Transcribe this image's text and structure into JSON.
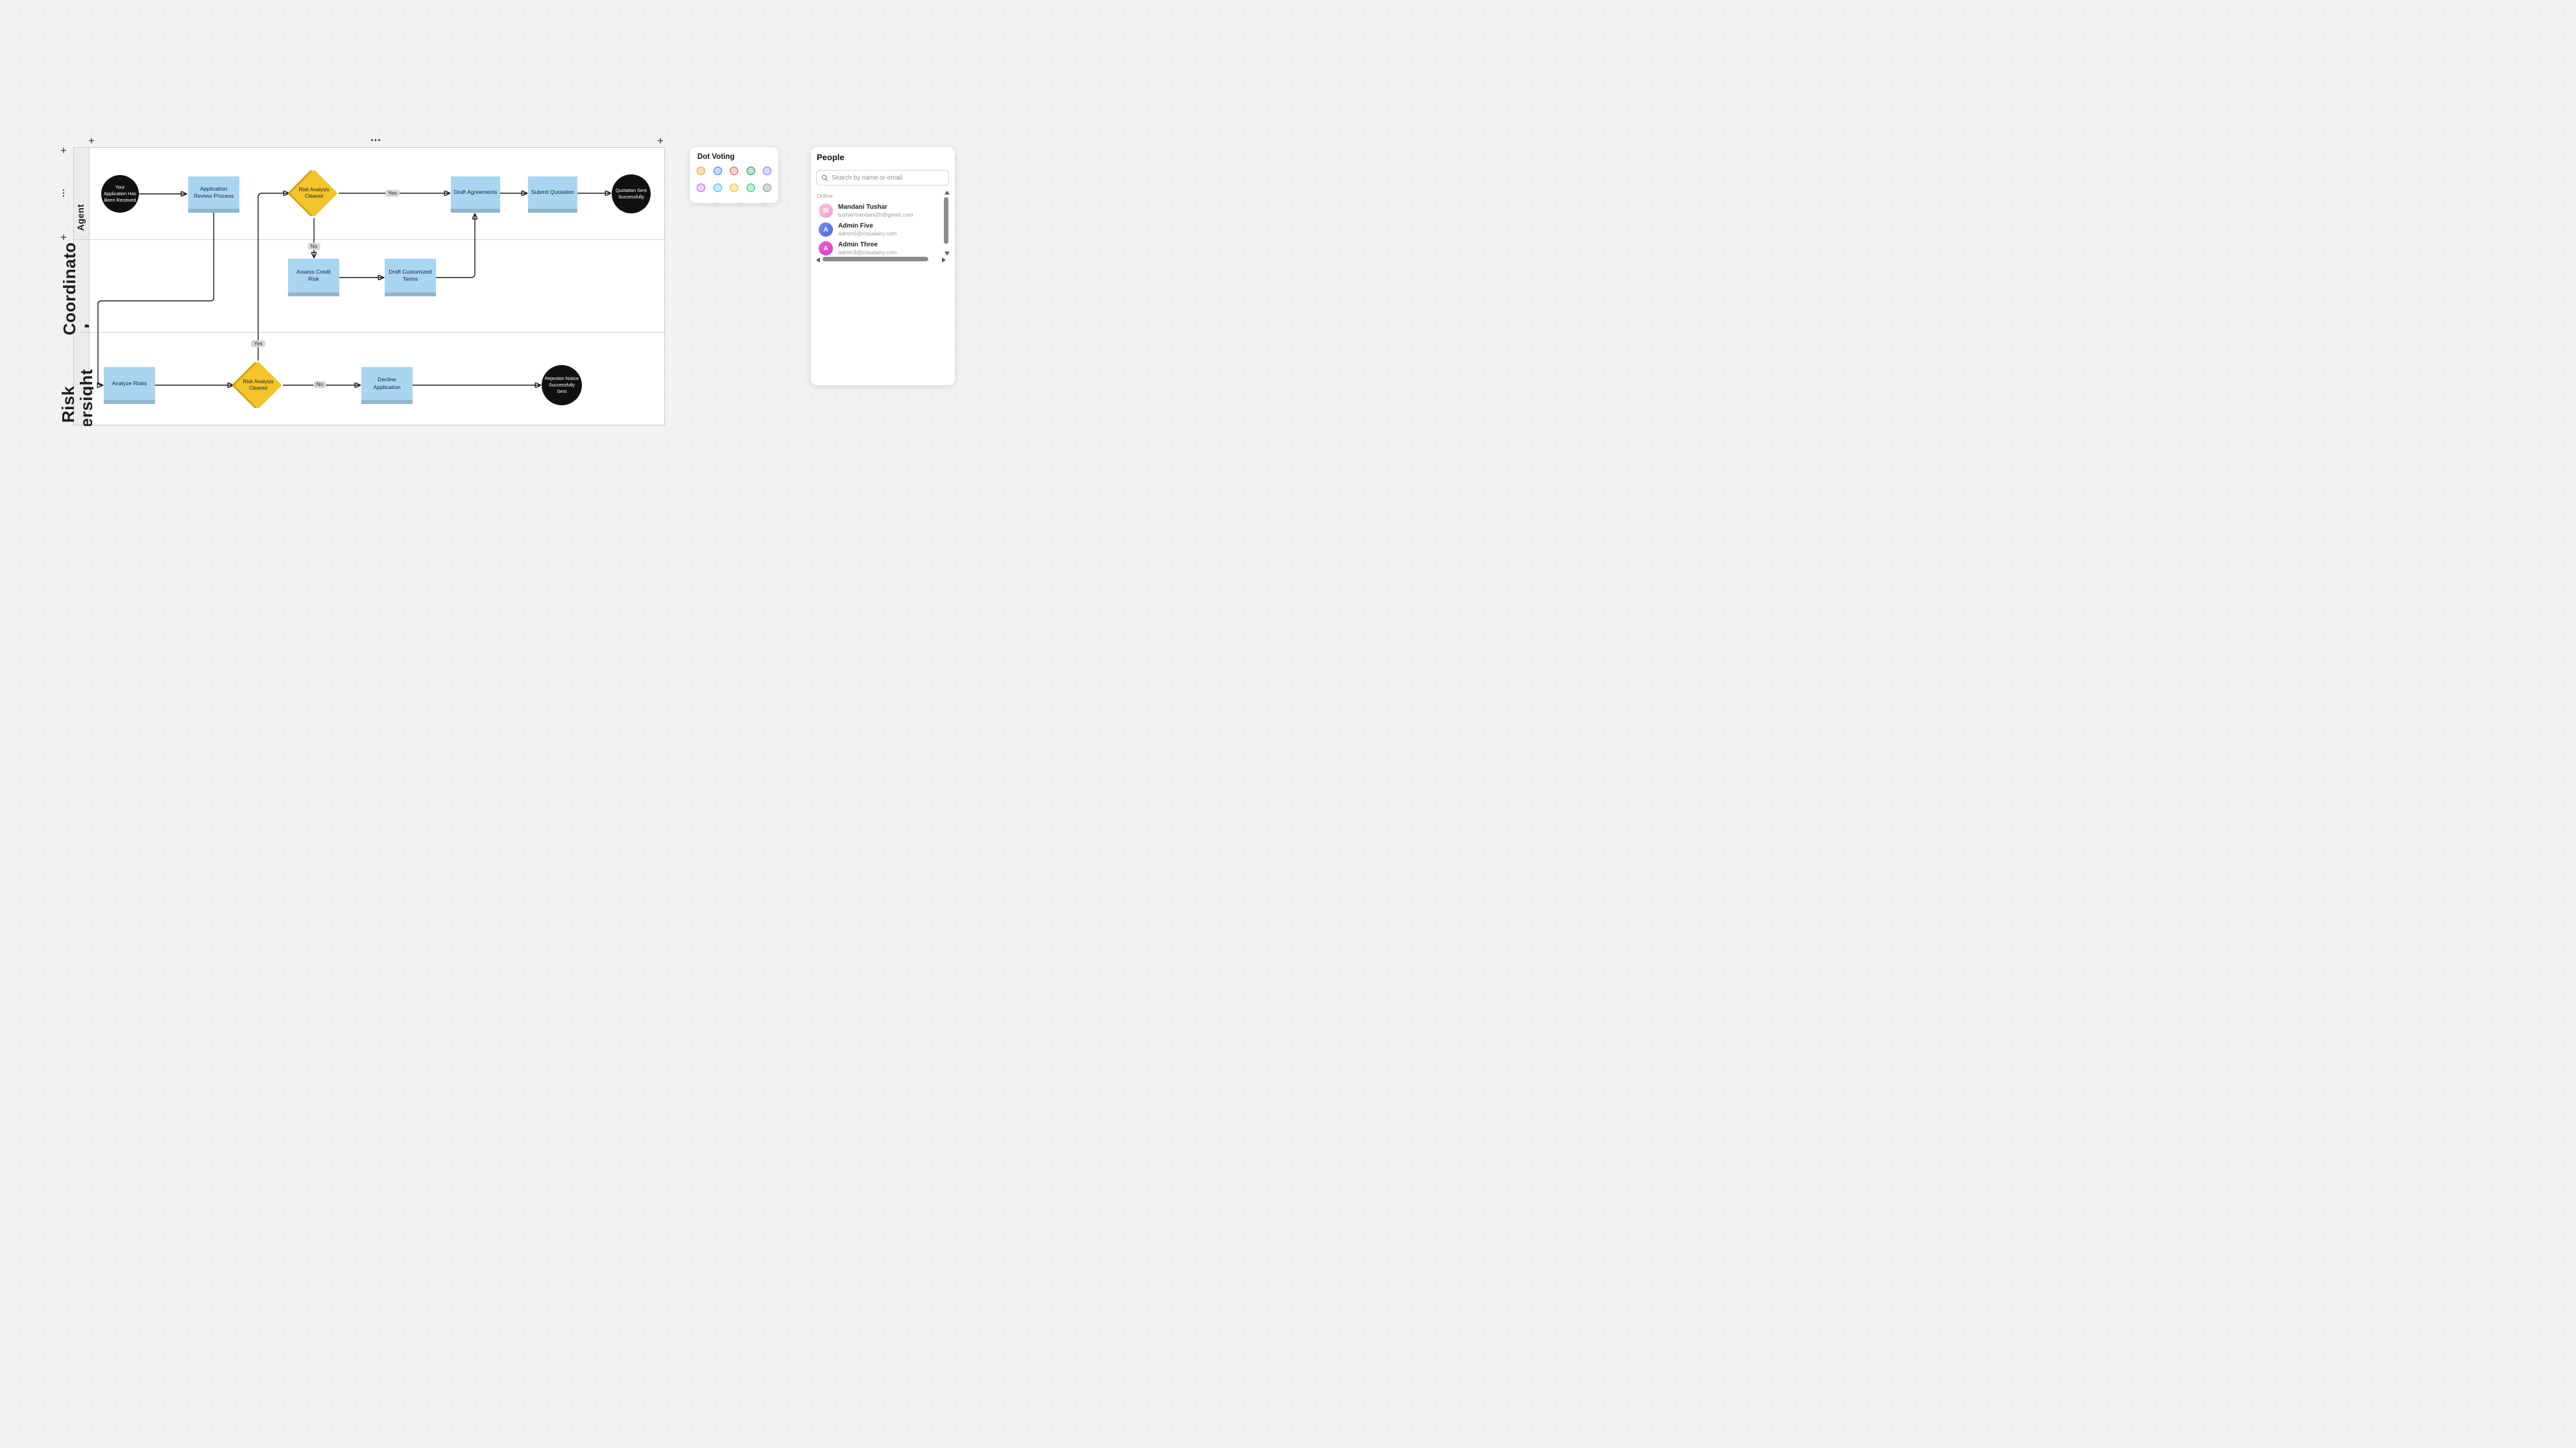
{
  "colors": {
    "task_fill": "#a9d5f3",
    "task_edge": "#91b6cc",
    "decision_fill": "#f3c52a",
    "decision_shadow": "#d3a414",
    "terminal_fill": "#101010"
  },
  "canvas_controls": {
    "add_lane_top_left": "+",
    "add_lane_top_right": "+",
    "frame_menu": "•••",
    "add_lane_left_top": "+",
    "lane_handle": "⋮",
    "add_lane_left_mid": "+"
  },
  "diagram": {
    "lanes": [
      {
        "label": "Agent",
        "display": "Agent"
      },
      {
        "label": "Coordinator",
        "display": "Coordinato",
        "clipped": "r"
      },
      {
        "label": "Risk Oversight",
        "display_line1": "Risk",
        "display_line2": "Oversight"
      }
    ],
    "nodes": {
      "start": {
        "label": "Your Application Has Been Received",
        "type": "terminal"
      },
      "app_review": {
        "label": "Application Review Process",
        "type": "task"
      },
      "risk_decision_top": {
        "label": "Risk Analysis Cleared",
        "type": "decision"
      },
      "draft_agreements": {
        "label": "Draft Agreements",
        "type": "task"
      },
      "submit_quotation": {
        "label": "Submit Quotation",
        "type": "task"
      },
      "quotation_sent": {
        "label": "Quotation Sent Successfully",
        "type": "terminal"
      },
      "assess_credit": {
        "label": "Assess Credit Risk",
        "type": "task"
      },
      "draft_terms": {
        "label": "Draft Customized Terms",
        "type": "task"
      },
      "analyze_risks": {
        "label": "Analyze Risks",
        "type": "task"
      },
      "risk_decision_bottom": {
        "label": "Risk Analysis Cleared",
        "type": "decision"
      },
      "decline": {
        "label": "Decline Application",
        "type": "task"
      },
      "rejection_sent": {
        "label": "Rejection Notice Successfully Sent",
        "type": "terminal"
      }
    },
    "edge_labels": {
      "yes_top": "Yes",
      "no_top": "No",
      "yes_bottom": "Yes",
      "no_bottom": "No"
    }
  },
  "dot_voting": {
    "title": "Dot Voting",
    "dots": [
      {
        "name": "orange",
        "style": "--c:#ef9f28;--f:#f8ddb4"
      },
      {
        "name": "blue",
        "style": "--c:#2d7ff0;--f:#bfd9f7"
      },
      {
        "name": "red",
        "style": "--c:#ea473f;--f:#f6d2cf"
      },
      {
        "name": "green",
        "style": "--c:#0f8a4d;--f:#bfe2d0"
      },
      {
        "name": "violet",
        "style": "--c:#8a63f2;--f:#ded7fa"
      },
      {
        "name": "magenta",
        "style": "--c:#c24ae2;--f:#f3d4f6"
      },
      {
        "name": "cyan",
        "style": "--c:#29bfe8;--f:#c5ecf8"
      },
      {
        "name": "yellow",
        "style": "--c:#efb91e;--f:#faeab8"
      },
      {
        "name": "emerald",
        "style": "--c:#17bf6e;--f:#c0f0d4"
      },
      {
        "name": "gray",
        "style": "--c:#8f9094;--f:#d8d8da"
      }
    ]
  },
  "people": {
    "title": "People",
    "search_placeholder": "Search by name or email",
    "section": "Online",
    "members": [
      {
        "name": "Mandani Tushar",
        "email": "tusharmandani20@gmail.com",
        "initial": "M",
        "avatar_style": "background:linear-gradient(140deg,#fbc6de,#f09cc8)"
      },
      {
        "name": "Admin Five",
        "email": "admin5@cloudairy.com",
        "initial": "A",
        "avatar_style": "background:linear-gradient(140deg,#7b90ee,#4d66e0)"
      },
      {
        "name": "Admin Three",
        "email": "admin3@cloudairy.com",
        "initial": "A",
        "avatar_style": "background:linear-gradient(140deg,#ef5ed8,#d63ec4)"
      }
    ]
  }
}
